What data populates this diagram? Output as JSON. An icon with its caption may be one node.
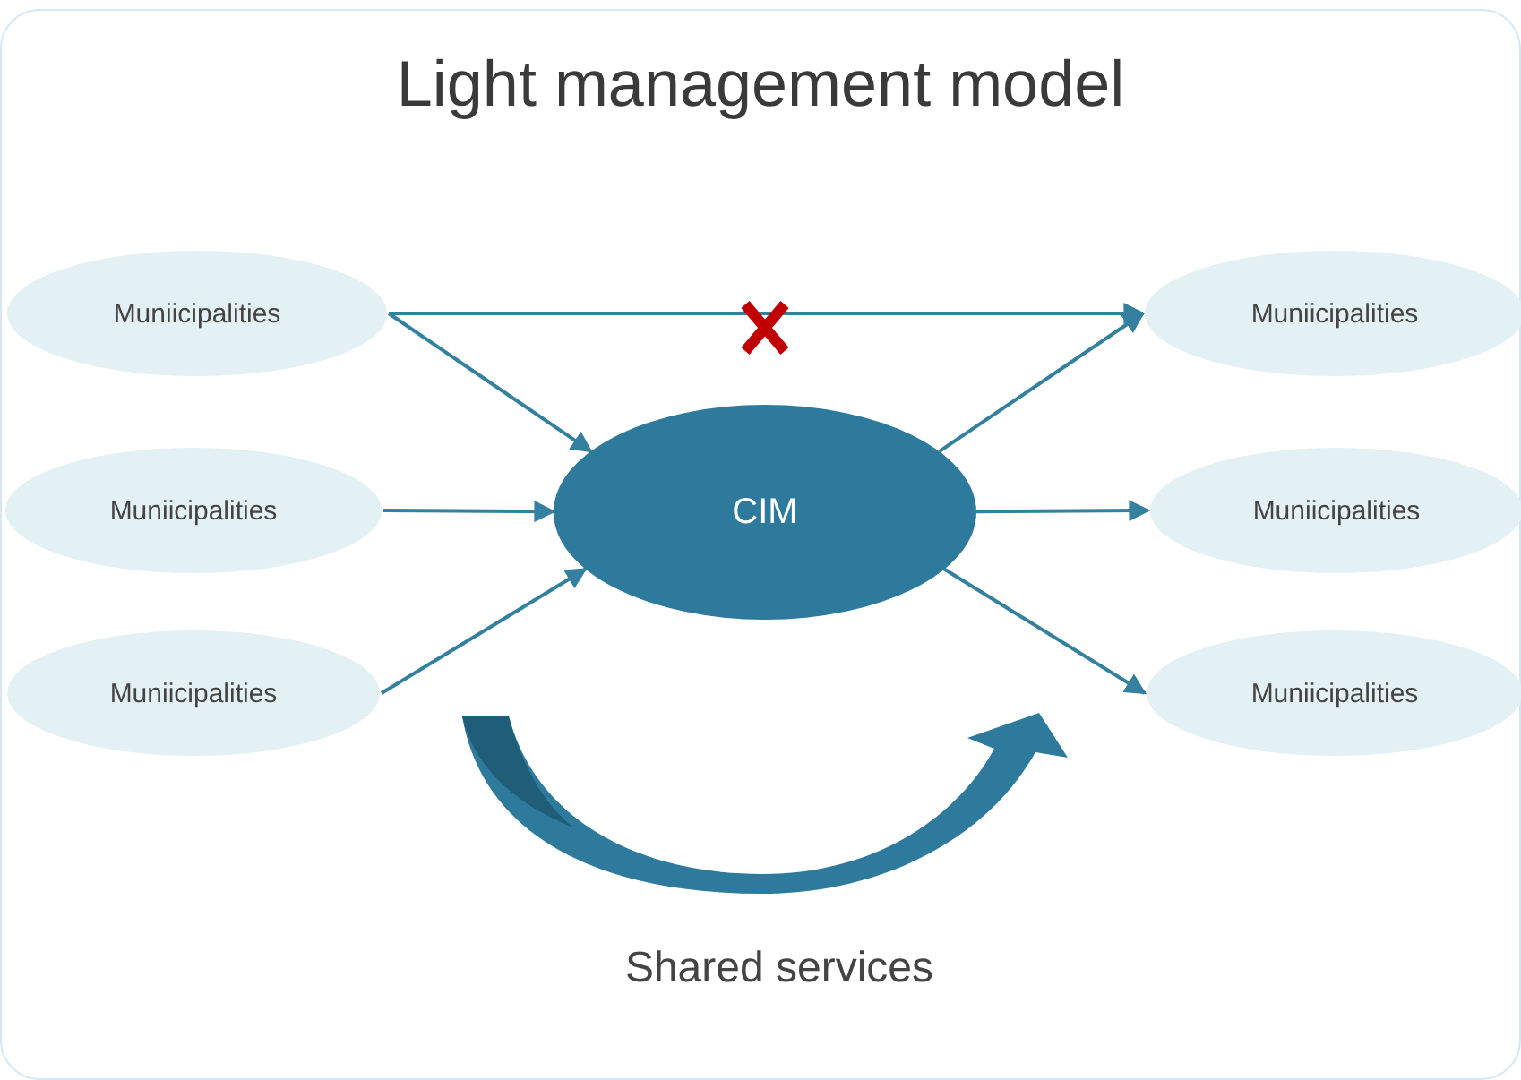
{
  "diagram": {
    "title": "Light management model",
    "nodes": [
      {
        "text": [
          "Muniicipalities"
        ]
      },
      {
        "text": [
          "Muniicipalities"
        ]
      },
      {
        "text": [
          "Muniicipalities"
        ]
      },
      {
        "text": [
          "CIM"
        ]
      },
      {
        "text": [
          "Muniicipalities"
        ]
      },
      {
        "text": [
          "Muniicipalities"
        ]
      },
      {
        "text": [
          "Muniicipalities"
        ]
      }
    ],
    "edges": [
      {
        "from": 0,
        "to": 4,
        "arrow": "to"
      },
      {
        "from": 0,
        "to": 3,
        "arrow": "to"
      },
      {
        "from": 1,
        "to": 3,
        "arrow": "to"
      },
      {
        "from": 2,
        "to": 3,
        "arrow": "to"
      },
      {
        "from": 3,
        "to": 4,
        "arrow": "to"
      },
      {
        "from": 3,
        "to": 5,
        "arrow": "to"
      },
      {
        "from": 3,
        "to": 6,
        "arrow": "to"
      }
    ],
    "labels": [
      "Shared services"
    ]
  }
}
